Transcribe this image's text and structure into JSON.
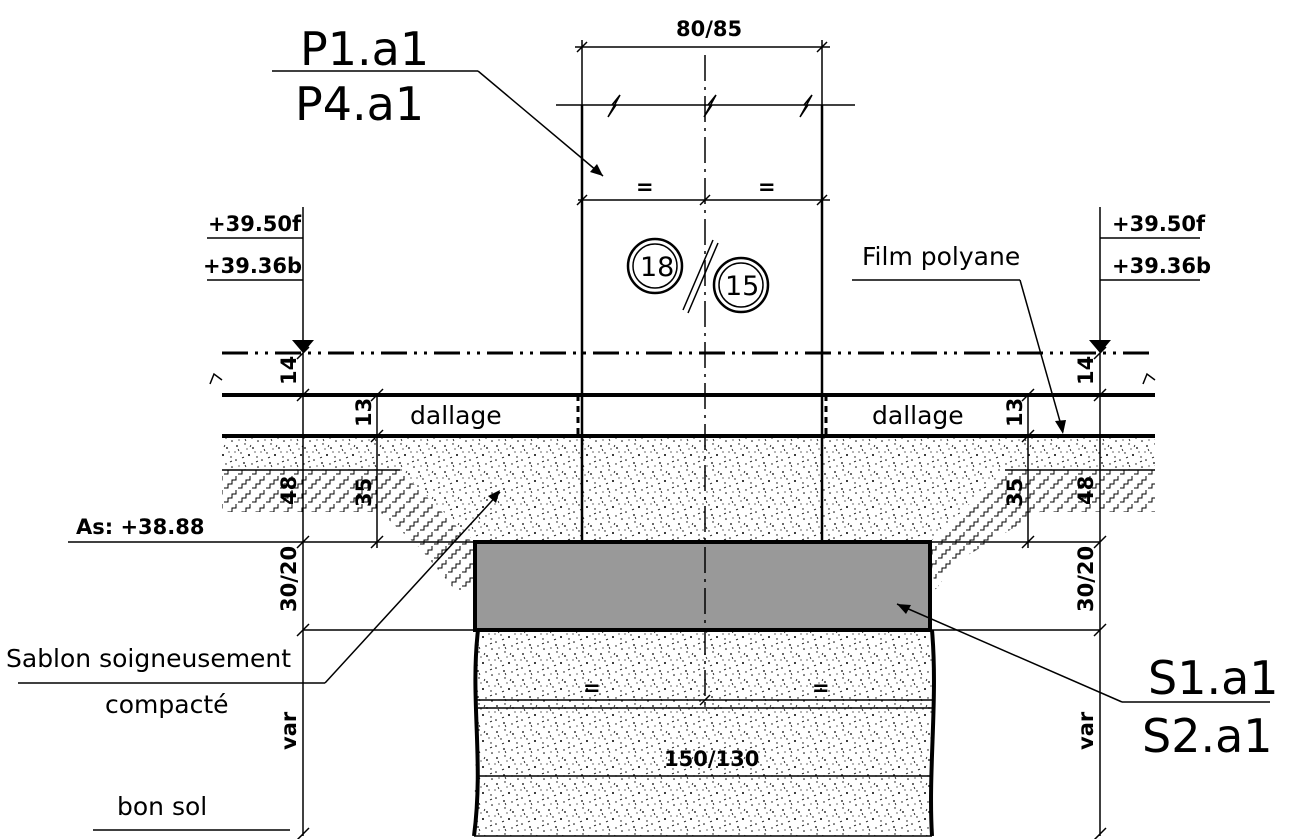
{
  "references": {
    "column_top": "P1.a1",
    "column_bottom": "P4.a1",
    "footing_top": "S1.a1",
    "footing_bottom": "S2.a1"
  },
  "section_marks": {
    "left": "18",
    "right": "15"
  },
  "levels": {
    "left_finish": "+39.50f",
    "left_raw": "+39.36b",
    "right_finish": "+39.50f",
    "right_raw": "+39.36b",
    "footing_seat": "As: +38.88"
  },
  "labels": {
    "film": "Film polyane",
    "slab_left": "dallage",
    "slab_right": "dallage",
    "sand_line1": "Sablon soigneusement",
    "sand_line2": "compacté",
    "good_soil": "bon sol"
  },
  "dimensions": {
    "column_width": "80/85",
    "column_half_left": "=",
    "column_half_right": "=",
    "footing_width": "150/130",
    "footing_half_left": "=",
    "footing_half_right": "=",
    "slab_total_left": "14",
    "slab_total_right": "14",
    "slab_thick_left": "13",
    "slab_thick_right": "13",
    "fill_total_left": "48",
    "fill_total_right": "48",
    "fill_depth_left": "35",
    "fill_depth_right": "35",
    "footing_height_left": "30/20",
    "footing_height_right": "30/20",
    "depth_left": "var",
    "depth_right": "var"
  },
  "colors": {
    "footing_fill": "#999999",
    "ink": "#000000",
    "paper": "#ffffff"
  }
}
